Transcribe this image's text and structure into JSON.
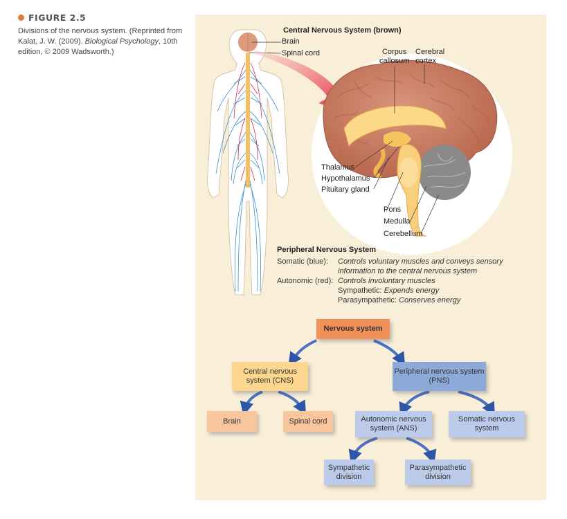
{
  "caption": {
    "figure_label": "FIGURE 2.5",
    "text_before_italic": "Divisions of the nervous system. (Reprinted from Kalat, J. W. (2009). ",
    "italic_title": "Biological Psychology",
    "text_after_italic": ", 10th edition, © 2009 Wadsworth.)",
    "accent_color": "#e07b39"
  },
  "illustration": {
    "cns_title": "Central Nervous System (brown)",
    "body_labels": [
      "Brain",
      "Spinal cord"
    ],
    "brain_labels": {
      "corpus_callosum": [
        "Corpus",
        "callosum"
      ],
      "cerebral_cortex": [
        "Cerebral",
        "cortex"
      ],
      "thalamus": "Thalamus",
      "hypothalamus": "Hypothalamus",
      "pituitary": "Pituitary gland",
      "pons": "Pons",
      "medulla": "Medulla",
      "cerebellum": "Cerebellum"
    }
  },
  "pns": {
    "title": "Peripheral Nervous System",
    "rows": [
      {
        "key": "Somatic (blue):",
        "value": "Controls voluntary muscles and conveys sensory",
        "italic": true
      },
      {
        "key": "",
        "value": "information to the central nervous system",
        "italic": true
      },
      {
        "key": "Autonomic (red):",
        "value": "Controls involuntary muscles",
        "italic": true
      },
      {
        "key": "",
        "prefix": "Sympathetic: ",
        "value": "Expends energy",
        "italic": true
      },
      {
        "key": "",
        "prefix": "Parasympathetic: ",
        "value": "Conserves energy",
        "italic": true
      }
    ]
  },
  "flowchart": {
    "root": "Nervous system",
    "cns": "Central nervous system (CNS)",
    "pns": "Peripheral nervous system (PNS)",
    "brain": "Brain",
    "spinal_cord": "Spinal cord",
    "ans": "Autonomic nervous system (ANS)",
    "somatic": "Somatic nervous system",
    "sympathetic": "Sympathetic division",
    "parasympathetic": "Parasympathetic division"
  }
}
